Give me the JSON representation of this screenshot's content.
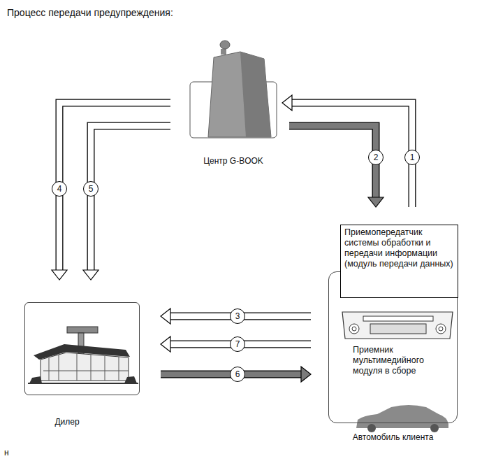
{
  "diagram": {
    "title": "Процесс передачи предупреждения:",
    "nodes": [
      {
        "text": [
          "Центр G-BOOK"
        ]
      },
      {
        "text": [
          "Автомобиль клиента"
        ]
      },
      {
        "text": [
          "Приемопередатчик системы обработки и передачи информации (модуль передачи данных)"
        ],
        "in": 1
      },
      {
        "text": [
          "Приемник мультимедийного модуля в сборе"
        ],
        "in": 1
      },
      {
        "text": [
          "Дилер"
        ]
      }
    ],
    "edges": [
      {
        "from": 2,
        "to": 0,
        "arrow": "to",
        "label": "1"
      },
      {
        "from": 0,
        "to": 2,
        "arrow": "to",
        "label": "2"
      },
      {
        "from": 1,
        "to": 4,
        "arrow": "to",
        "label": "3"
      },
      {
        "from": 0,
        "to": 4,
        "arrow": "to",
        "label": "4"
      },
      {
        "from": 0,
        "to": 4,
        "arrow": "to",
        "label": "5"
      },
      {
        "from": 4,
        "to": 1,
        "arrow": "to",
        "label": "6"
      },
      {
        "from": 1,
        "to": 4,
        "arrow": "to",
        "label": "7"
      }
    ],
    "labels": [
      "н"
    ]
  }
}
